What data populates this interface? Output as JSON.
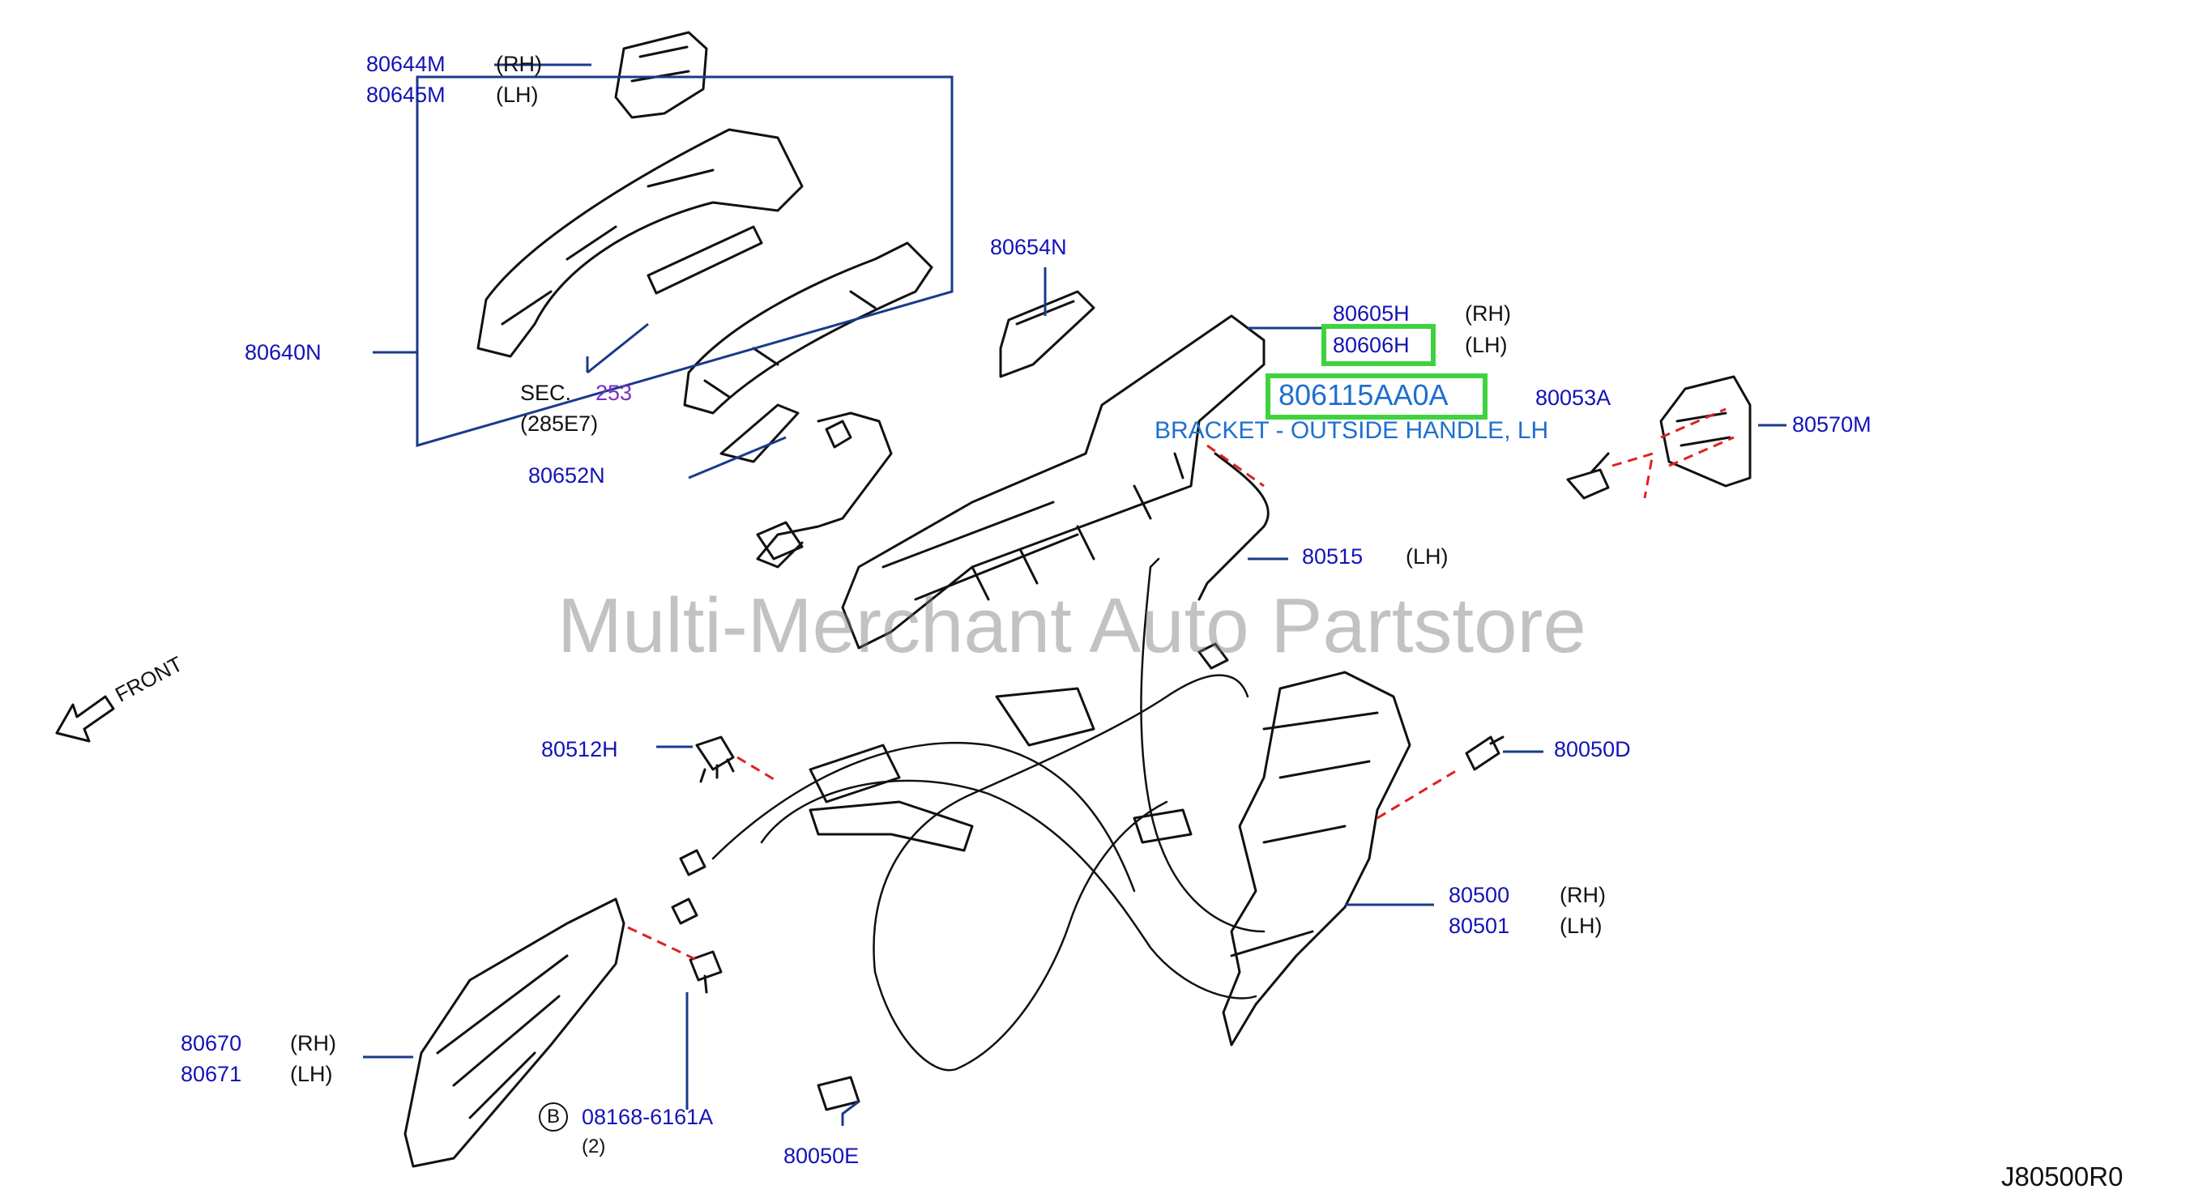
{
  "watermark": "Multi-Merchant Auto Partstore",
  "drawing_code": "J80500R0",
  "front_label": "FRONT",
  "sec_ref": {
    "prefix": "SEC.",
    "number": "253",
    "code": "(285E7)"
  },
  "highlight": {
    "part_no": "806115AA0A",
    "description": "BRACKET - OUTSIDE HANDLE, LH"
  },
  "callouts": [
    {
      "part": "80644M",
      "side": "(RH)"
    },
    {
      "part": "80645M",
      "side": "(LH)"
    },
    {
      "part": "80640N",
      "side": ""
    },
    {
      "part": "80652N",
      "side": ""
    },
    {
      "part": "80654N",
      "side": ""
    },
    {
      "part": "80605H",
      "side": "(RH)"
    },
    {
      "part": "80606H",
      "side": "(LH)"
    },
    {
      "part": "80053A",
      "side": ""
    },
    {
      "part": "80570M",
      "side": ""
    },
    {
      "part": "80515",
      "side": "(LH)"
    },
    {
      "part": "80512H",
      "side": ""
    },
    {
      "part": "80050D",
      "side": ""
    },
    {
      "part": "80500",
      "side": "(RH)"
    },
    {
      "part": "80501",
      "side": "(LH)"
    },
    {
      "part": "80670",
      "side": "(RH)"
    },
    {
      "part": "80671",
      "side": "(LH)"
    },
    {
      "part": "08168-6161A",
      "side": "(2)"
    },
    {
      "part": "80050E",
      "side": ""
    }
  ],
  "bolt_marker": "B",
  "colors": {
    "label": "#1313b8",
    "highlight_box": "#3fd23f",
    "highlight_text": "#1e6fd0",
    "leader_dashed": "#e02020",
    "leader_solid": "#1a3a8a"
  }
}
